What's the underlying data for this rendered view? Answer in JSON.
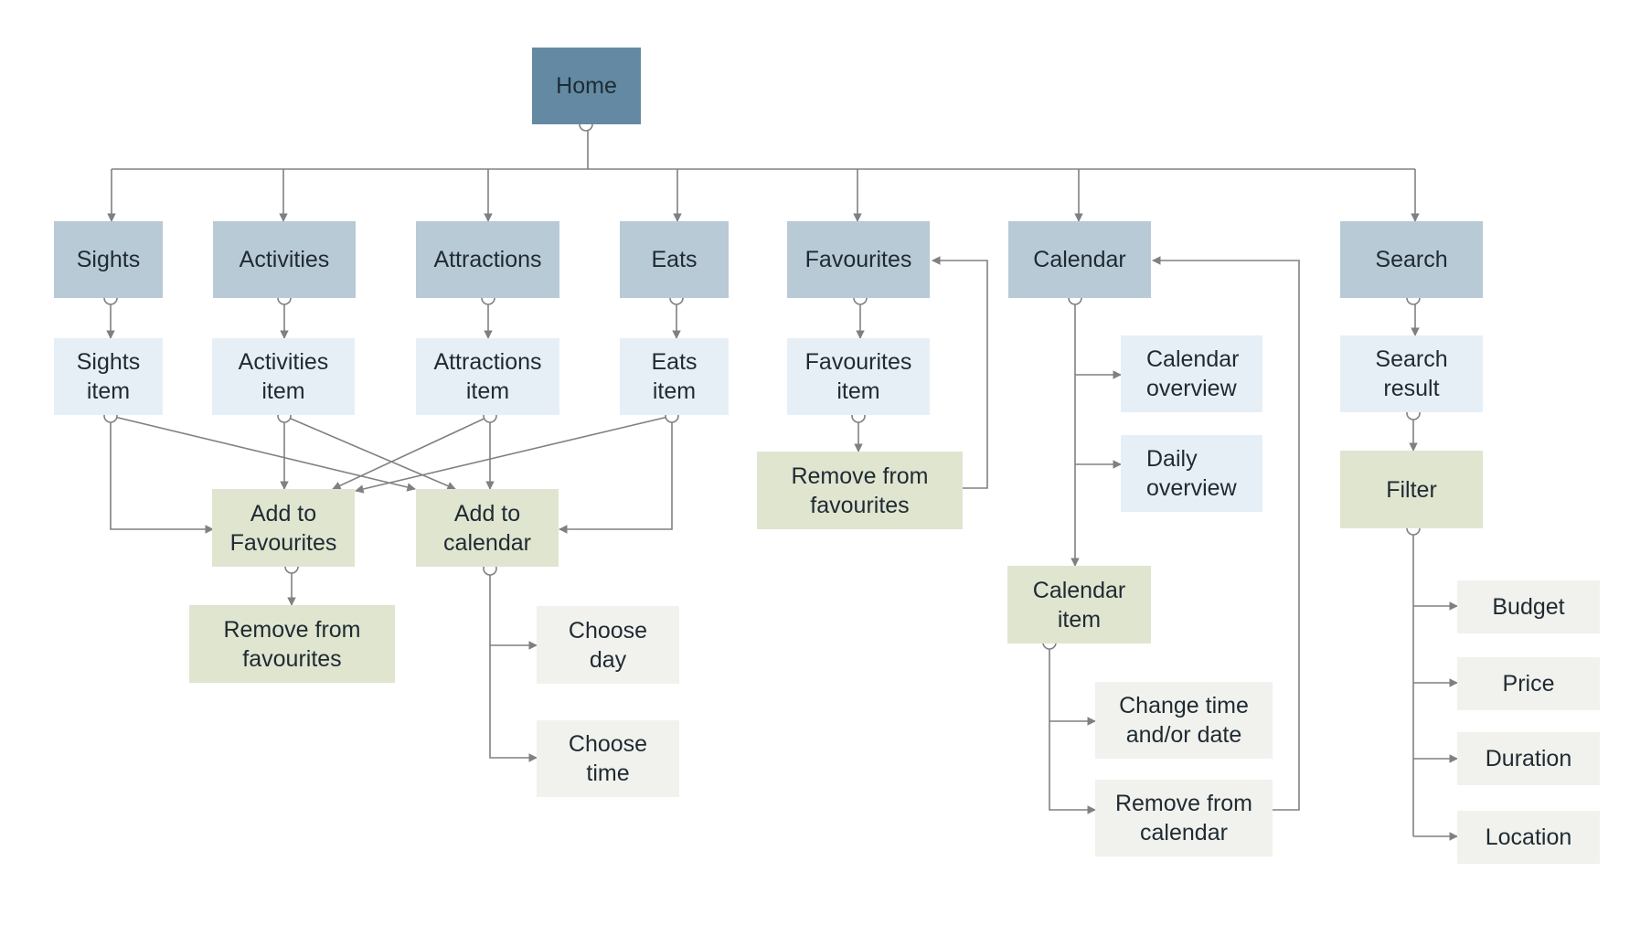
{
  "diagram": {
    "nodes": {
      "home": "Home",
      "sights": "Sights",
      "activities": "Activities",
      "attractions": "Attractions",
      "eats": "Eats",
      "favourites": "Favourites",
      "calendar": "Calendar",
      "search": "Search",
      "sights_item": "Sights\nitem",
      "activities_item": "Activities\nitem",
      "attractions_item": "Attractions\nitem",
      "eats_item": "Eats\nitem",
      "favourites_item": "Favourites\nitem",
      "calendar_overview": "Calendar\noverview",
      "daily_overview": "Daily\noverview",
      "search_result": "Search\nresult",
      "add_to_favourites": "Add to\nFavourites",
      "add_to_calendar": "Add to\ncalendar",
      "remove_from_favourites_a": "Remove from\nfavourites",
      "remove_from_favourites_b": "Remove from\nfavourites",
      "calendar_item": "Calendar\nitem",
      "filter": "Filter",
      "choose_day": "Choose\nday",
      "choose_time": "Choose\ntime",
      "change_time_date": "Change time\nand/or date",
      "remove_from_calendar": "Remove from\ncalendar",
      "budget": "Budget",
      "price": "Price",
      "duration": "Duration",
      "location": "Location"
    },
    "colors": {
      "home": "#638aa2",
      "section": "#b8cad5",
      "item": "#e7eff6",
      "action": "#dfe5cf",
      "leaf": "#f1f2ed",
      "connector": "#808080"
    }
  }
}
